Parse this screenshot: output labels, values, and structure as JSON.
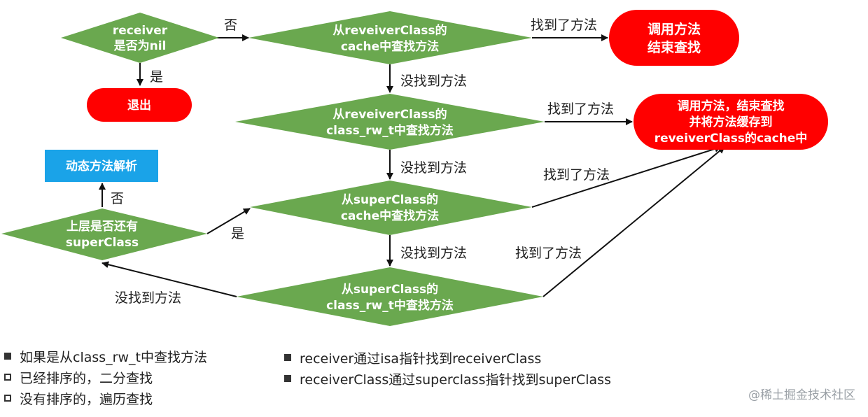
{
  "colors": {
    "green": "#6aa84f",
    "red": "#ff0000",
    "cyan": "#1aa3e8",
    "edge": "#111111",
    "text": "#222222"
  },
  "nodes": {
    "d_receiver": [
      "receiver",
      "是否为nil"
    ],
    "exit": [
      "退出"
    ],
    "d_cache": [
      "从reveiverClass的",
      "cache中查找方法"
    ],
    "call_end": [
      "调用方法",
      "结束查找"
    ],
    "d_rw": [
      "从reveiverClass的",
      "class_rw_t中查找方法"
    ],
    "call_cache": [
      "调用方法，结束查找",
      "并将方法缓存到",
      "reveiverClass的cache中"
    ],
    "dyn": [
      "动态方法解析"
    ],
    "d_super_cache": [
      "从superClass的",
      "cache中查找方法"
    ],
    "d_upper": [
      "上层是否还有",
      "superClass"
    ],
    "d_super_rw": [
      "从superClass的",
      "class_rw_t中查找方法"
    ]
  },
  "edge_labels": {
    "no": "否",
    "yes": "是",
    "found": "找到了方法",
    "not_found": "没找到方法"
  },
  "notes_left": [
    {
      "bullet": "filled",
      "text": "如果是从class_rw_t中查找方法"
    },
    {
      "bullet": "hollow",
      "text": "已经排序的，二分查找"
    },
    {
      "bullet": "hollow",
      "text": "没有排序的，遍历查找"
    }
  ],
  "notes_right": [
    {
      "bullet": "filled",
      "text": "receiver通过isa指针找到receiverClass"
    },
    {
      "bullet": "filled",
      "text": "receiverClass通过superclass指针找到superClass"
    }
  ],
  "watermark": "@稀土掘金技术社区"
}
